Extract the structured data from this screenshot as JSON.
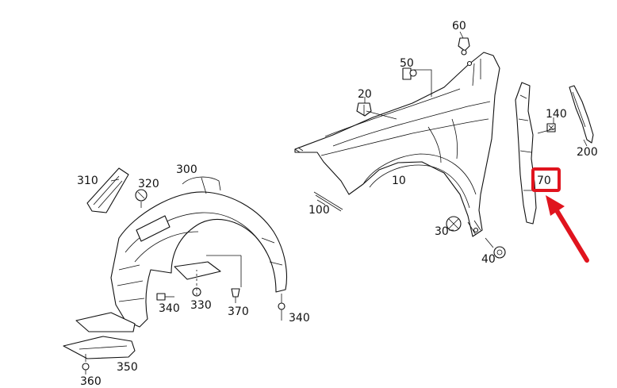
{
  "diagram": {
    "labels": {
      "p10": "10",
      "p20": "20",
      "p30": "30",
      "p40": "40",
      "p50": "50",
      "p60": "60",
      "p70": "70",
      "p100": "100",
      "p140": "140",
      "p200": "200",
      "p300": "300",
      "p310": "310",
      "p320": "320",
      "p330": "330",
      "p340a": "340",
      "p340b": "340",
      "p350": "350",
      "p360": "360",
      "p370": "370"
    },
    "highlight": {
      "target": "70",
      "color": "#e0141e"
    }
  }
}
